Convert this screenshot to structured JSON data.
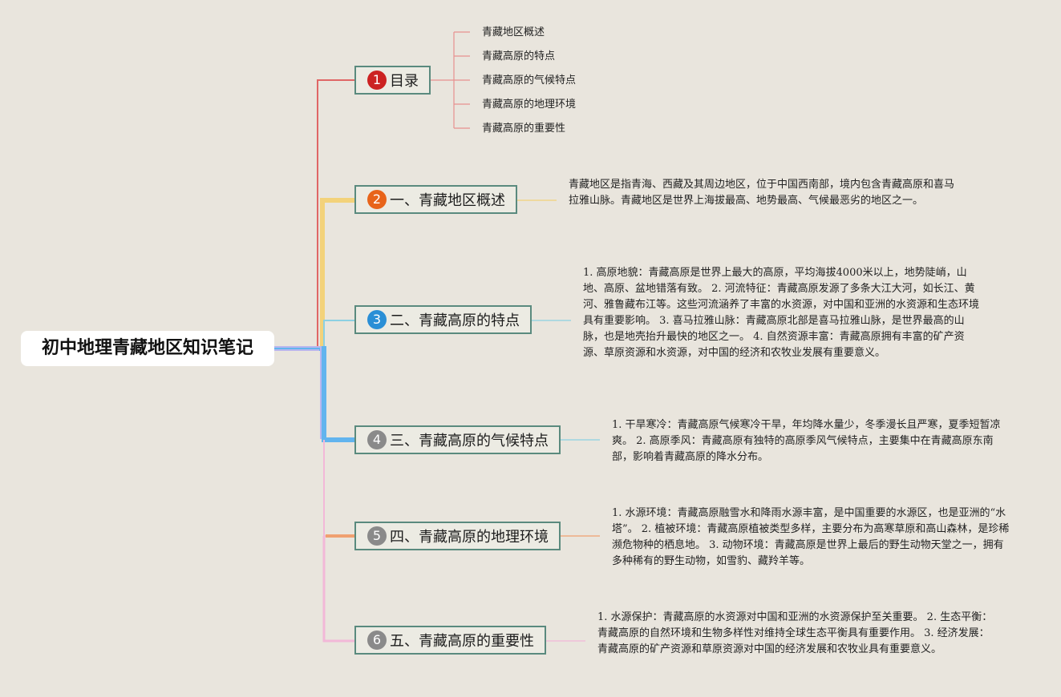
{
  "root": {
    "title": "初中地理青藏地区知识笔记"
  },
  "branches": [
    {
      "num": "1",
      "label": "目录",
      "color": "#e06666",
      "badge": "#cc2222"
    },
    {
      "num": "2",
      "label": "一、青藏地区概述",
      "color": "#f3d27a",
      "badge": "#e8641a"
    },
    {
      "num": "3",
      "label": "二、青藏高原的特点",
      "color": "#8cd0e2",
      "badge": "#2a8fd6"
    },
    {
      "num": "4",
      "label": "三、青藏高原的气候特点",
      "color": "#62b4ee",
      "badge": "#8a8a8a"
    },
    {
      "num": "5",
      "label": "四、青藏高原的地理环境",
      "color": "#f0a070",
      "badge": "#8a8a8a"
    },
    {
      "num": "6",
      "label": "五、青藏高原的重要性",
      "color": "#f2b8d8",
      "badge": "#8a8a8a"
    }
  ],
  "toc": [
    "青藏地区概述",
    "青藏高原的特点",
    "青藏高原的气候特点",
    "青藏高原的地理环境",
    "青藏高原的重要性"
  ],
  "details": {
    "overview": "青藏地区是指青海、西藏及其周边地区，位于中国西南部，境内包含青藏高原和喜马拉雅山脉。青藏地区是世界上海拔最高、地势最高、气候最恶劣的地区之一。",
    "features": "1. 高原地貌：青藏高原是世界上最大的高原，平均海拔4000米以上，地势陡峭，山地、高原、盆地错落有致。 2. 河流特征：青藏高原发源了多条大江大河，如长江、黄河、雅鲁藏布江等。这些河流涵养了丰富的水资源，对中国和亚洲的水资源和生态环境具有重要影响。 3. 喜马拉雅山脉：青藏高原北部是喜马拉雅山脉，是世界最高的山脉，也是地壳抬升最快的地区之一。 4. 自然资源丰富：青藏高原拥有丰富的矿产资源、草原资源和水资源，对中国的经济和农牧业发展有重要意义。",
    "climate": "1. 干旱寒冷：青藏高原气候寒冷干旱，年均降水量少，冬季漫长且严寒，夏季短暂凉爽。 2. 高原季风：青藏高原有独特的高原季风气候特点，主要集中在青藏高原东南部，影响着青藏高原的降水分布。",
    "environment": "1. 水源环境：青藏高原融雪水和降雨水源丰富，是中国重要的水源区，也是亚洲的“水塔”。 2. 植被环境：青藏高原植被类型多样，主要分布为高寒草原和高山森林，是珍稀濒危物种的栖息地。 3. 动物环境：青藏高原是世界上最后的野生动物天堂之一，拥有多种稀有的野生动物，如雪豹、藏羚羊等。",
    "importance": "1. 水源保护：青藏高原的水资源对中国和亚洲的水资源保护至关重要。 2. 生态平衡：青藏高原的自然环境和生物多样性对维持全球生态平衡具有重要作用。 3. 经济发展：青藏高原的矿产资源和草原资源对中国的经济发展和农牧业具有重要意义。"
  }
}
